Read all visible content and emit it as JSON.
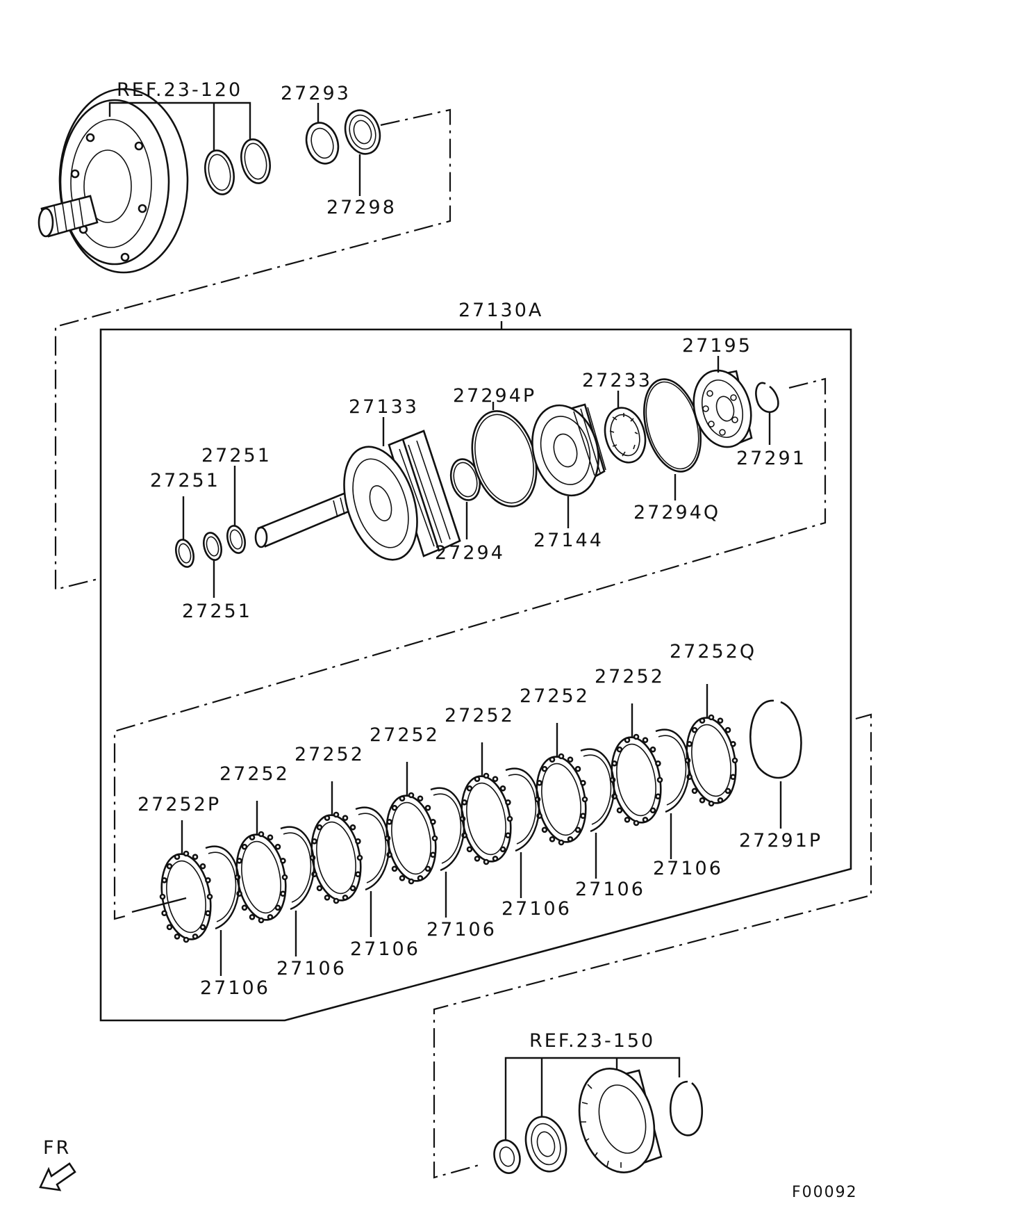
{
  "labels": {
    "ref_top": "REF.23-120",
    "p27293": "27293",
    "p27298": "27298",
    "p27130a": "27130A",
    "p27195": "27195",
    "p27233": "27233",
    "p27294p": "27294P",
    "p27133": "27133",
    "p27251_a": "27251",
    "p27251_b": "27251",
    "p27251_c": "27251",
    "p27291": "27291",
    "p27294q": "27294Q",
    "p27144": "27144",
    "p27294": "27294",
    "p27252q": "27252Q",
    "p27252_a": "27252",
    "p27252_b": "27252",
    "p27252_c": "27252",
    "p27252_d": "27252",
    "p27252_e": "27252",
    "p27252_f": "27252",
    "p27252p": "27252P",
    "p27291p": "27291P",
    "p27106_a": "27106",
    "p27106_b": "27106",
    "p27106_c": "27106",
    "p27106_d": "27106",
    "p27106_e": "27106",
    "p27106_f": "27106",
    "p27106_g": "27106",
    "ref_bottom": "REF.23-150",
    "fr": "FR",
    "figure_code": "F00092"
  }
}
